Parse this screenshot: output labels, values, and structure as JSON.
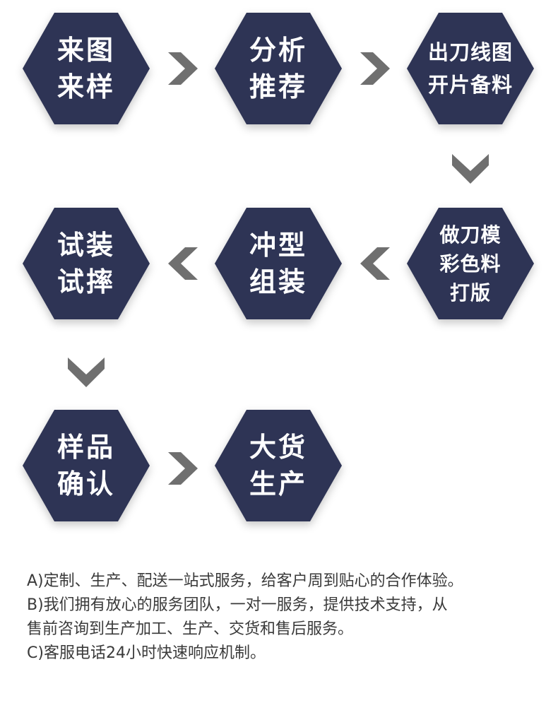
{
  "colors": {
    "hexagon_fill": "#2e3455",
    "hexagon_text": "#ffffff",
    "arrow": "#6f6f6f",
    "note_text": "#3a3a3a",
    "background": "#ffffff"
  },
  "steps": [
    {
      "label": "来图\n来样"
    },
    {
      "label": "分析\n推荐"
    },
    {
      "label": "出刀线图\n开片备料"
    },
    {
      "label": "做刀模\n彩色料\n打版"
    },
    {
      "label": "冲型\n组装"
    },
    {
      "label": "试装\n试摔"
    },
    {
      "label": "样品\n确认"
    },
    {
      "label": "大货\n生产"
    }
  ],
  "arrows": [
    {
      "icon": "chevron-right-icon"
    },
    {
      "icon": "chevron-right-icon"
    },
    {
      "icon": "chevron-down-icon"
    },
    {
      "icon": "chevron-left-icon"
    },
    {
      "icon": "chevron-left-icon"
    },
    {
      "icon": "chevron-down-icon"
    },
    {
      "icon": "chevron-right-icon"
    }
  ],
  "notes": [
    "A)定制、生产、配送一站式服务，给客户周到贴心的合作体验。",
    "B)我们拥有放心的服务团队，一对一服务，提供技术支持，从",
    "售前咨询到生产加工、生产、交货和售后服务。",
    "C)客服电话24小时快速响应机制。"
  ]
}
